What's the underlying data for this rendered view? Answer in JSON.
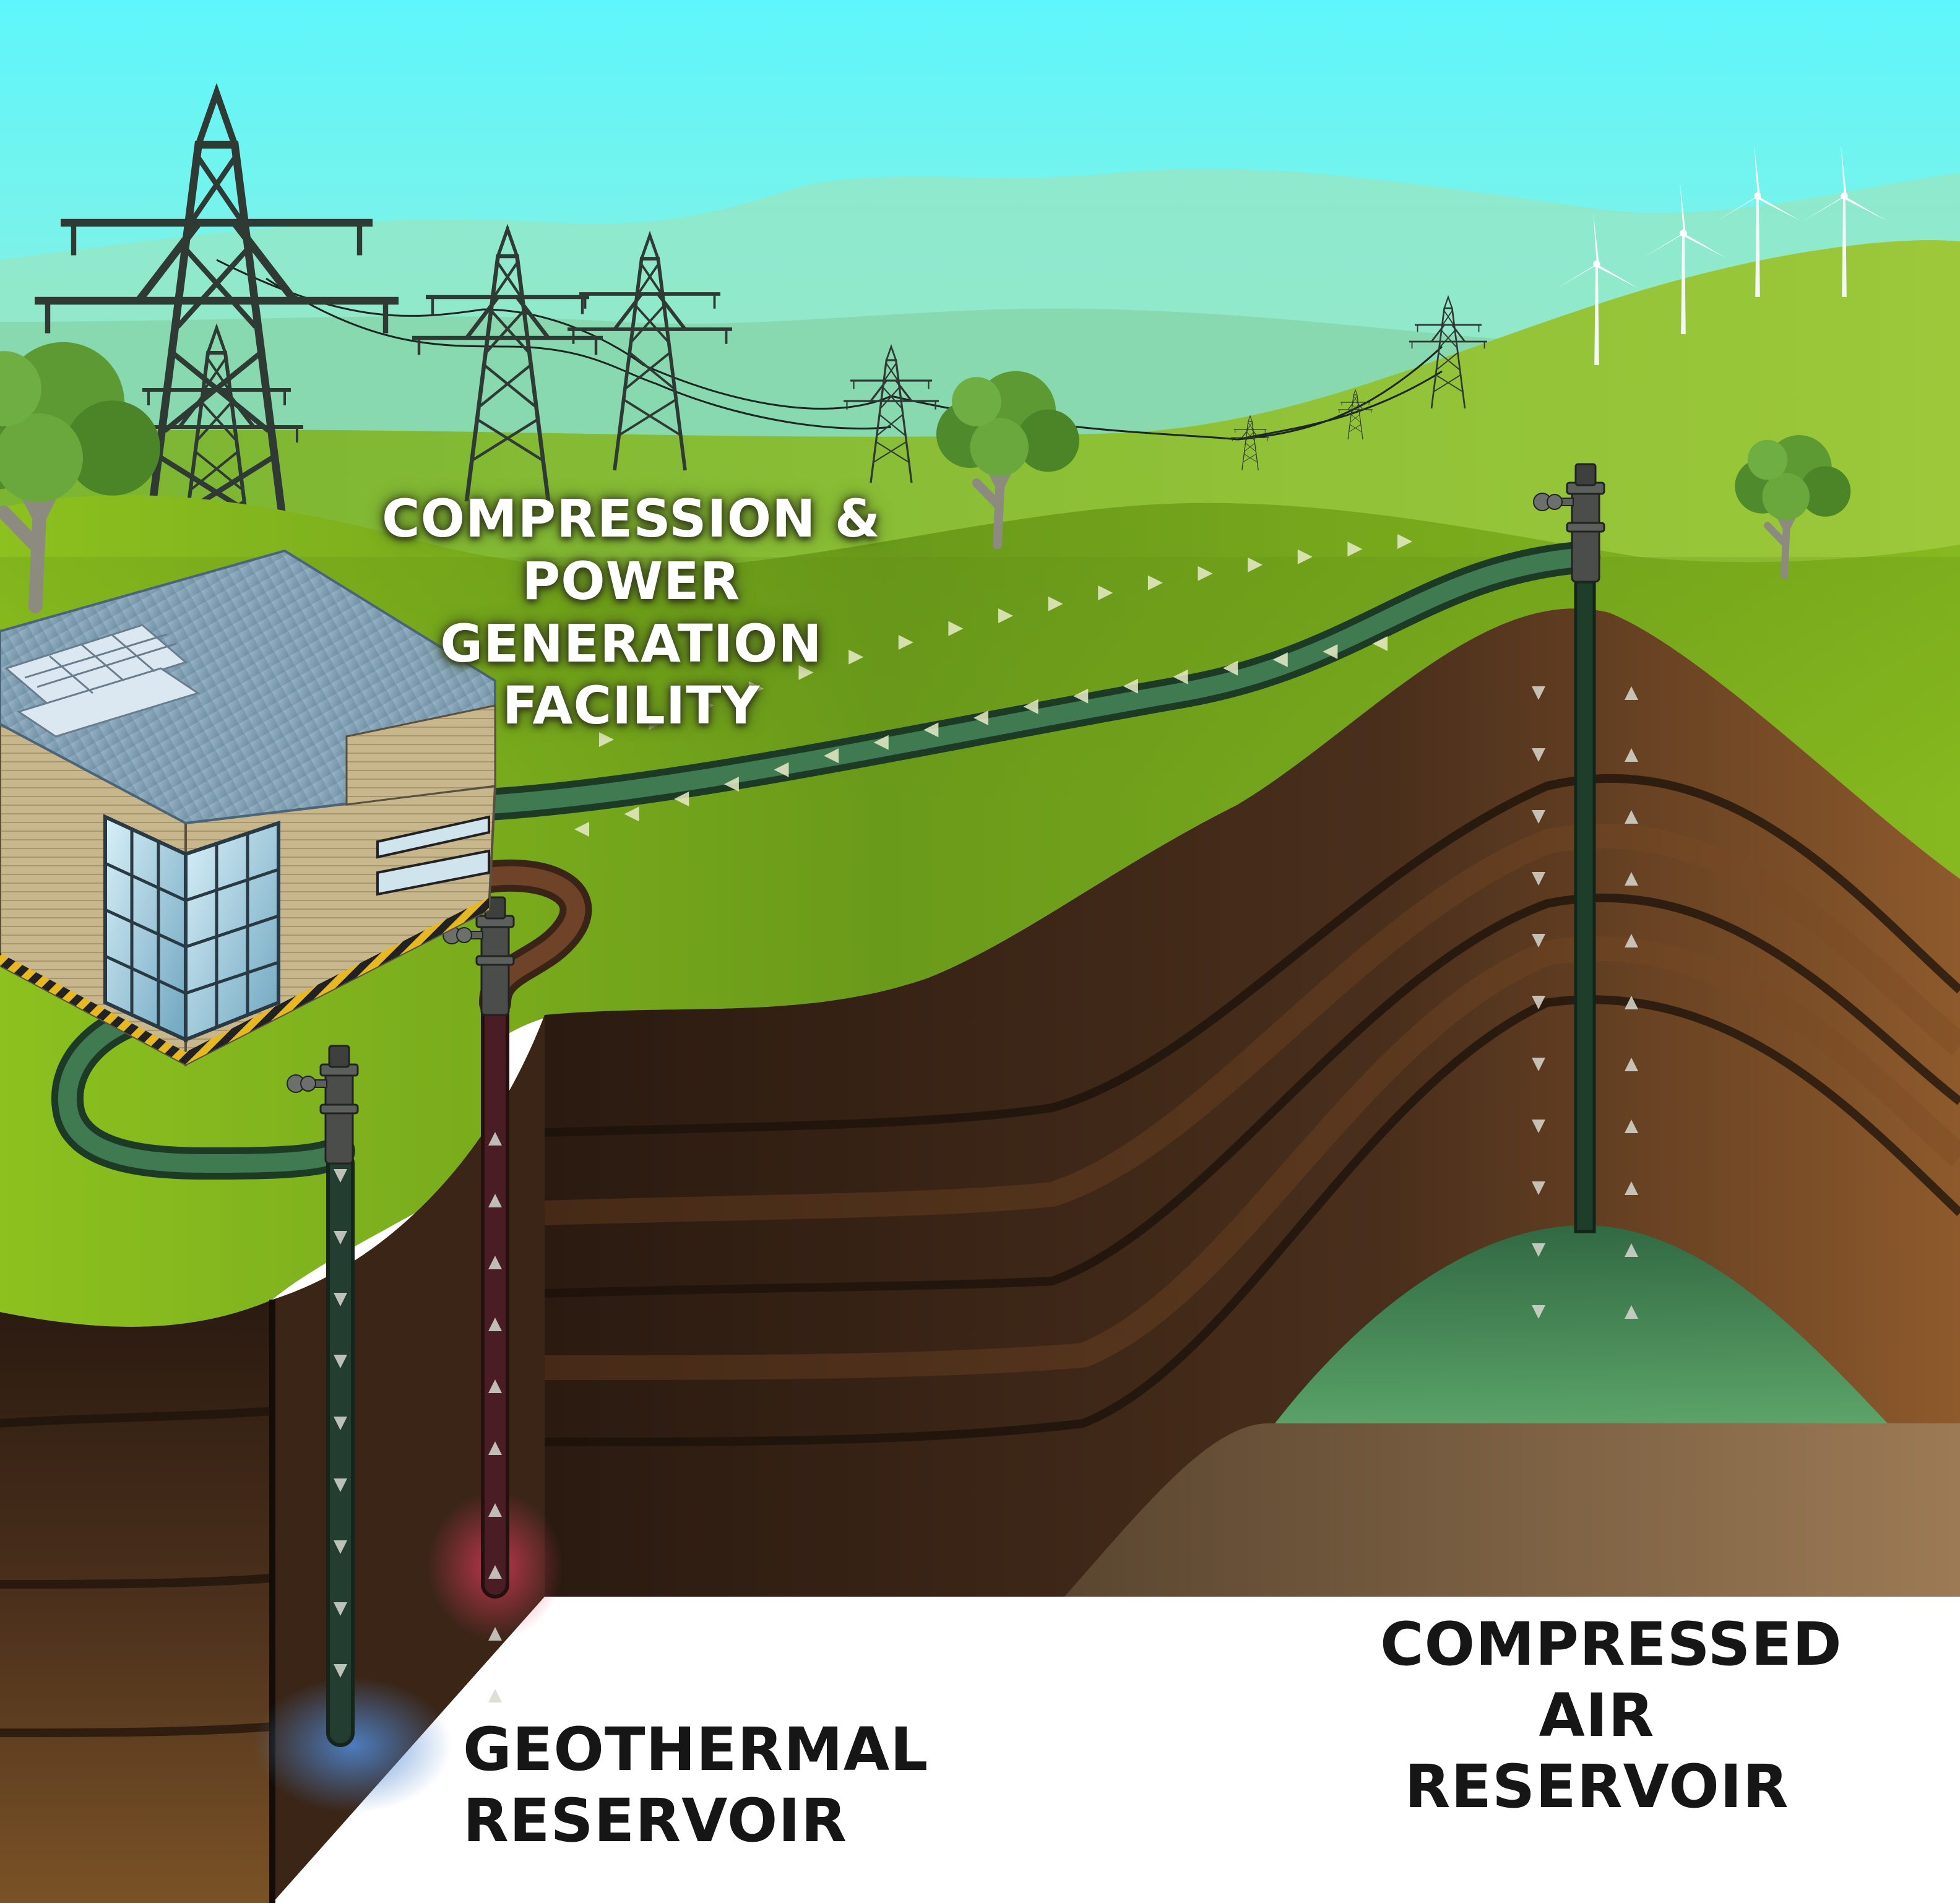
{
  "labels": {
    "facility": [
      "COMPRESSION &",
      "POWER GENERATION",
      "FACILITY"
    ],
    "geothermal": [
      "GEOTHERMAL",
      "RESERVOIR"
    ],
    "compressed_air": [
      "COMPRESSED",
      "AIR RESERVOIR"
    ]
  },
  "colors": {
    "sky_top": "#5ef6fc",
    "sky_bottom": "#b6f1c8",
    "grass_light": "#8fc423",
    "grass_dark": "#4f7c12",
    "soil_dark": "#2b1b12",
    "soil_mid": "#5a3a22",
    "soil_warm": "#9c6433",
    "pipe_green": "#2c5a3a",
    "air_reservoir": "#4d9a63",
    "geo_hot": "#b4344a",
    "geo_cold": "#4a7fc4",
    "text_dark": "#161616",
    "text_light": "#ffffff"
  },
  "icons": {
    "facility": "building-icon",
    "solar": "solar-panel-icon",
    "pylon": "transmission-tower-icon",
    "turbine": "wind-turbine-icon",
    "tree": "tree-icon",
    "wellhead": "wellhead-icon"
  }
}
